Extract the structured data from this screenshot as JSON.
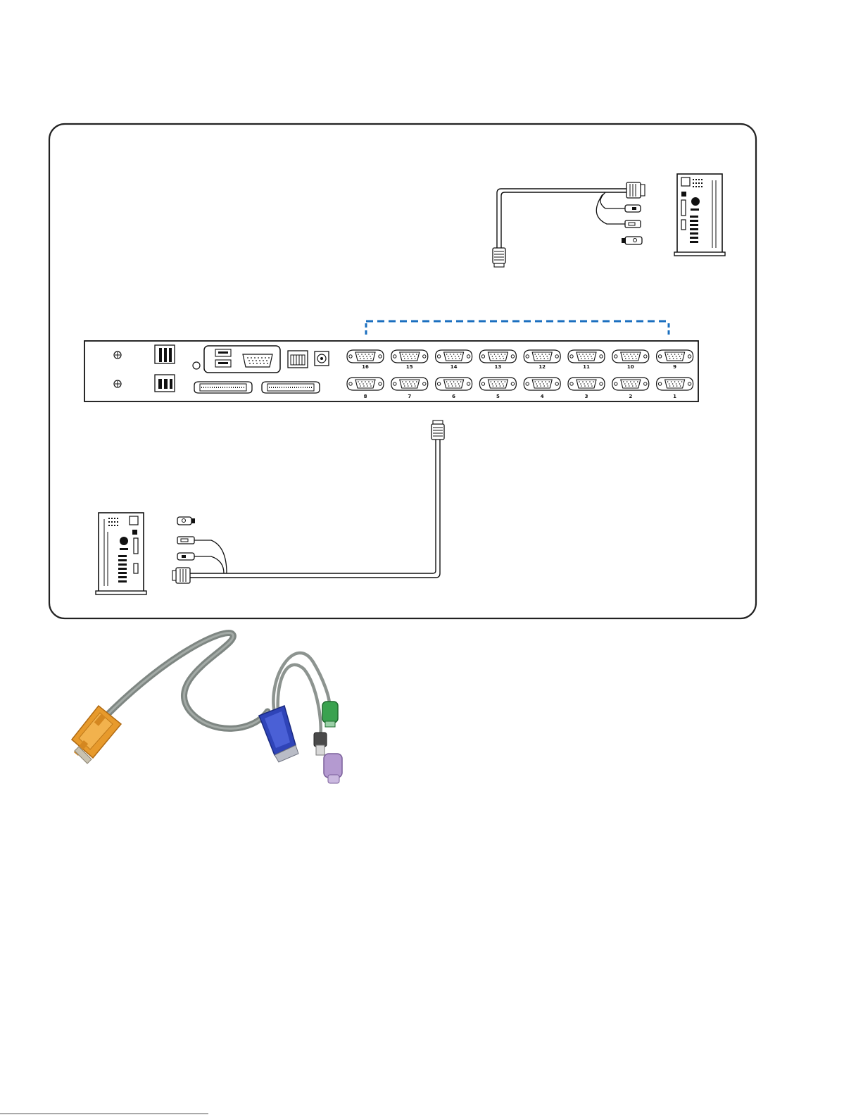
{
  "colors": {
    "line": "#111111",
    "panel_border": "#222222",
    "dashed_indicator": "#1b6fbf",
    "cable_gray": "#7e8682",
    "vga_orange": "#e79a2c",
    "vga_blue": "#2f44b8",
    "ps2_green": "#3aa24f",
    "ps2_purple": "#b49ad0"
  },
  "icons": {
    "server_top_right": "computer-tower-icon",
    "server_bottom_left": "computer-tower-icon",
    "cable_photo": "kvm-cable-photo"
  },
  "kvm_switch": {
    "ports_top_row": [
      "16",
      "15",
      "14",
      "13",
      "12",
      "11",
      "10",
      "9"
    ],
    "ports_bottom_row": [
      "8",
      "7",
      "6",
      "5",
      "4",
      "3",
      "2",
      "1"
    ]
  }
}
